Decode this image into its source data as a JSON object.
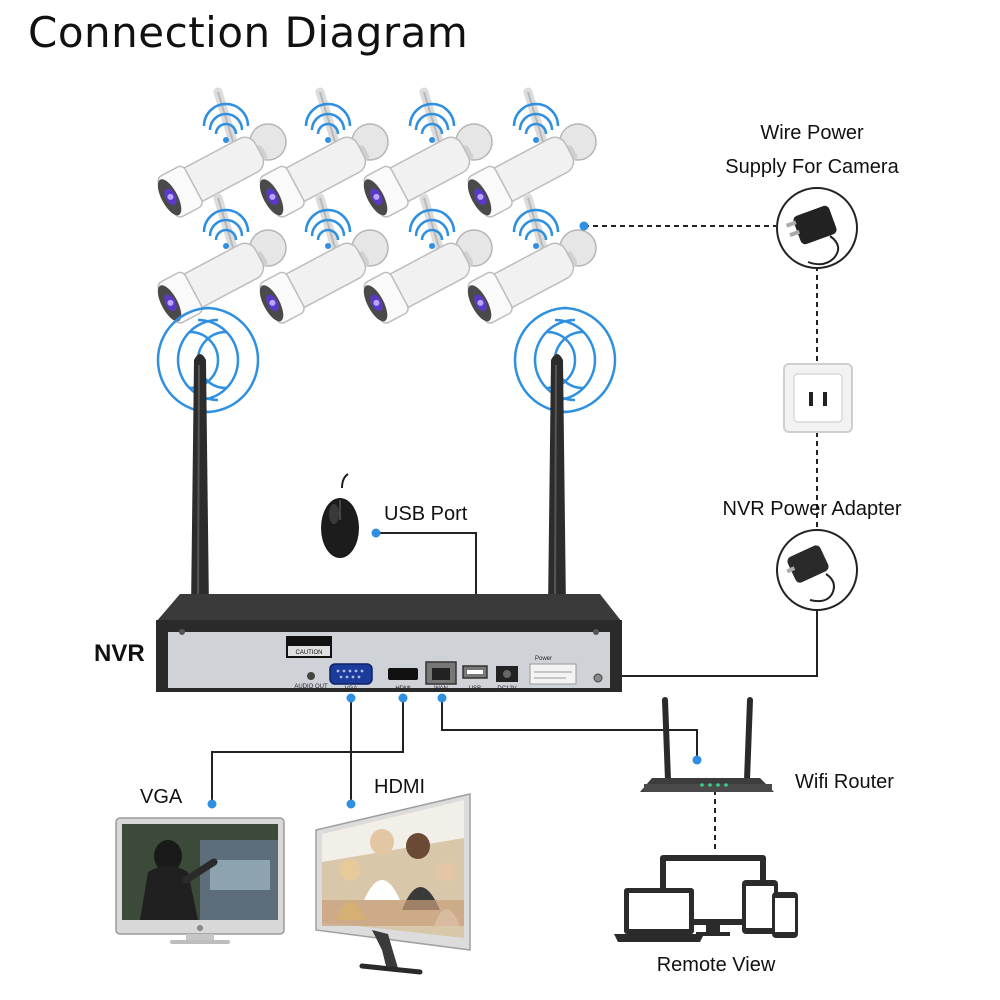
{
  "title": "Connection Diagram",
  "labels": {
    "wire_power_line1": "Wire Power",
    "wire_power_line2": "Supply For Camera",
    "nvr_power_adapter": "NVR Power Adapter",
    "usb_port": "USB Port",
    "nvr": "NVR",
    "vga": "VGA",
    "hdmi": "HDMI",
    "wifi_router": "Wifi Router",
    "remote_view": "Remote View"
  },
  "nvr_panel": {
    "caution": "CAUTION",
    "audio_out": "AUDIO OUT",
    "vga_port": "VGA",
    "hdmi_port": "HDMI",
    "wan_port": "WAN",
    "usb_port": "USB",
    "dc_port": "DC12V",
    "power": "Power"
  },
  "colors": {
    "dot": "#2f8fe0",
    "line": "#222222",
    "wifi_wave": "#2f8fe0",
    "nvr_body": "#2a2a2a",
    "nvr_panel": "#cfd3d8"
  },
  "icons": [
    "wifi-camera-icon",
    "antenna-icon",
    "wifi-wave-icon",
    "power-adapter-icon",
    "wall-outlet-icon",
    "mouse-icon",
    "router-icon",
    "monitor-icon",
    "laptop-icon",
    "tablet-icon",
    "phone-icon"
  ]
}
